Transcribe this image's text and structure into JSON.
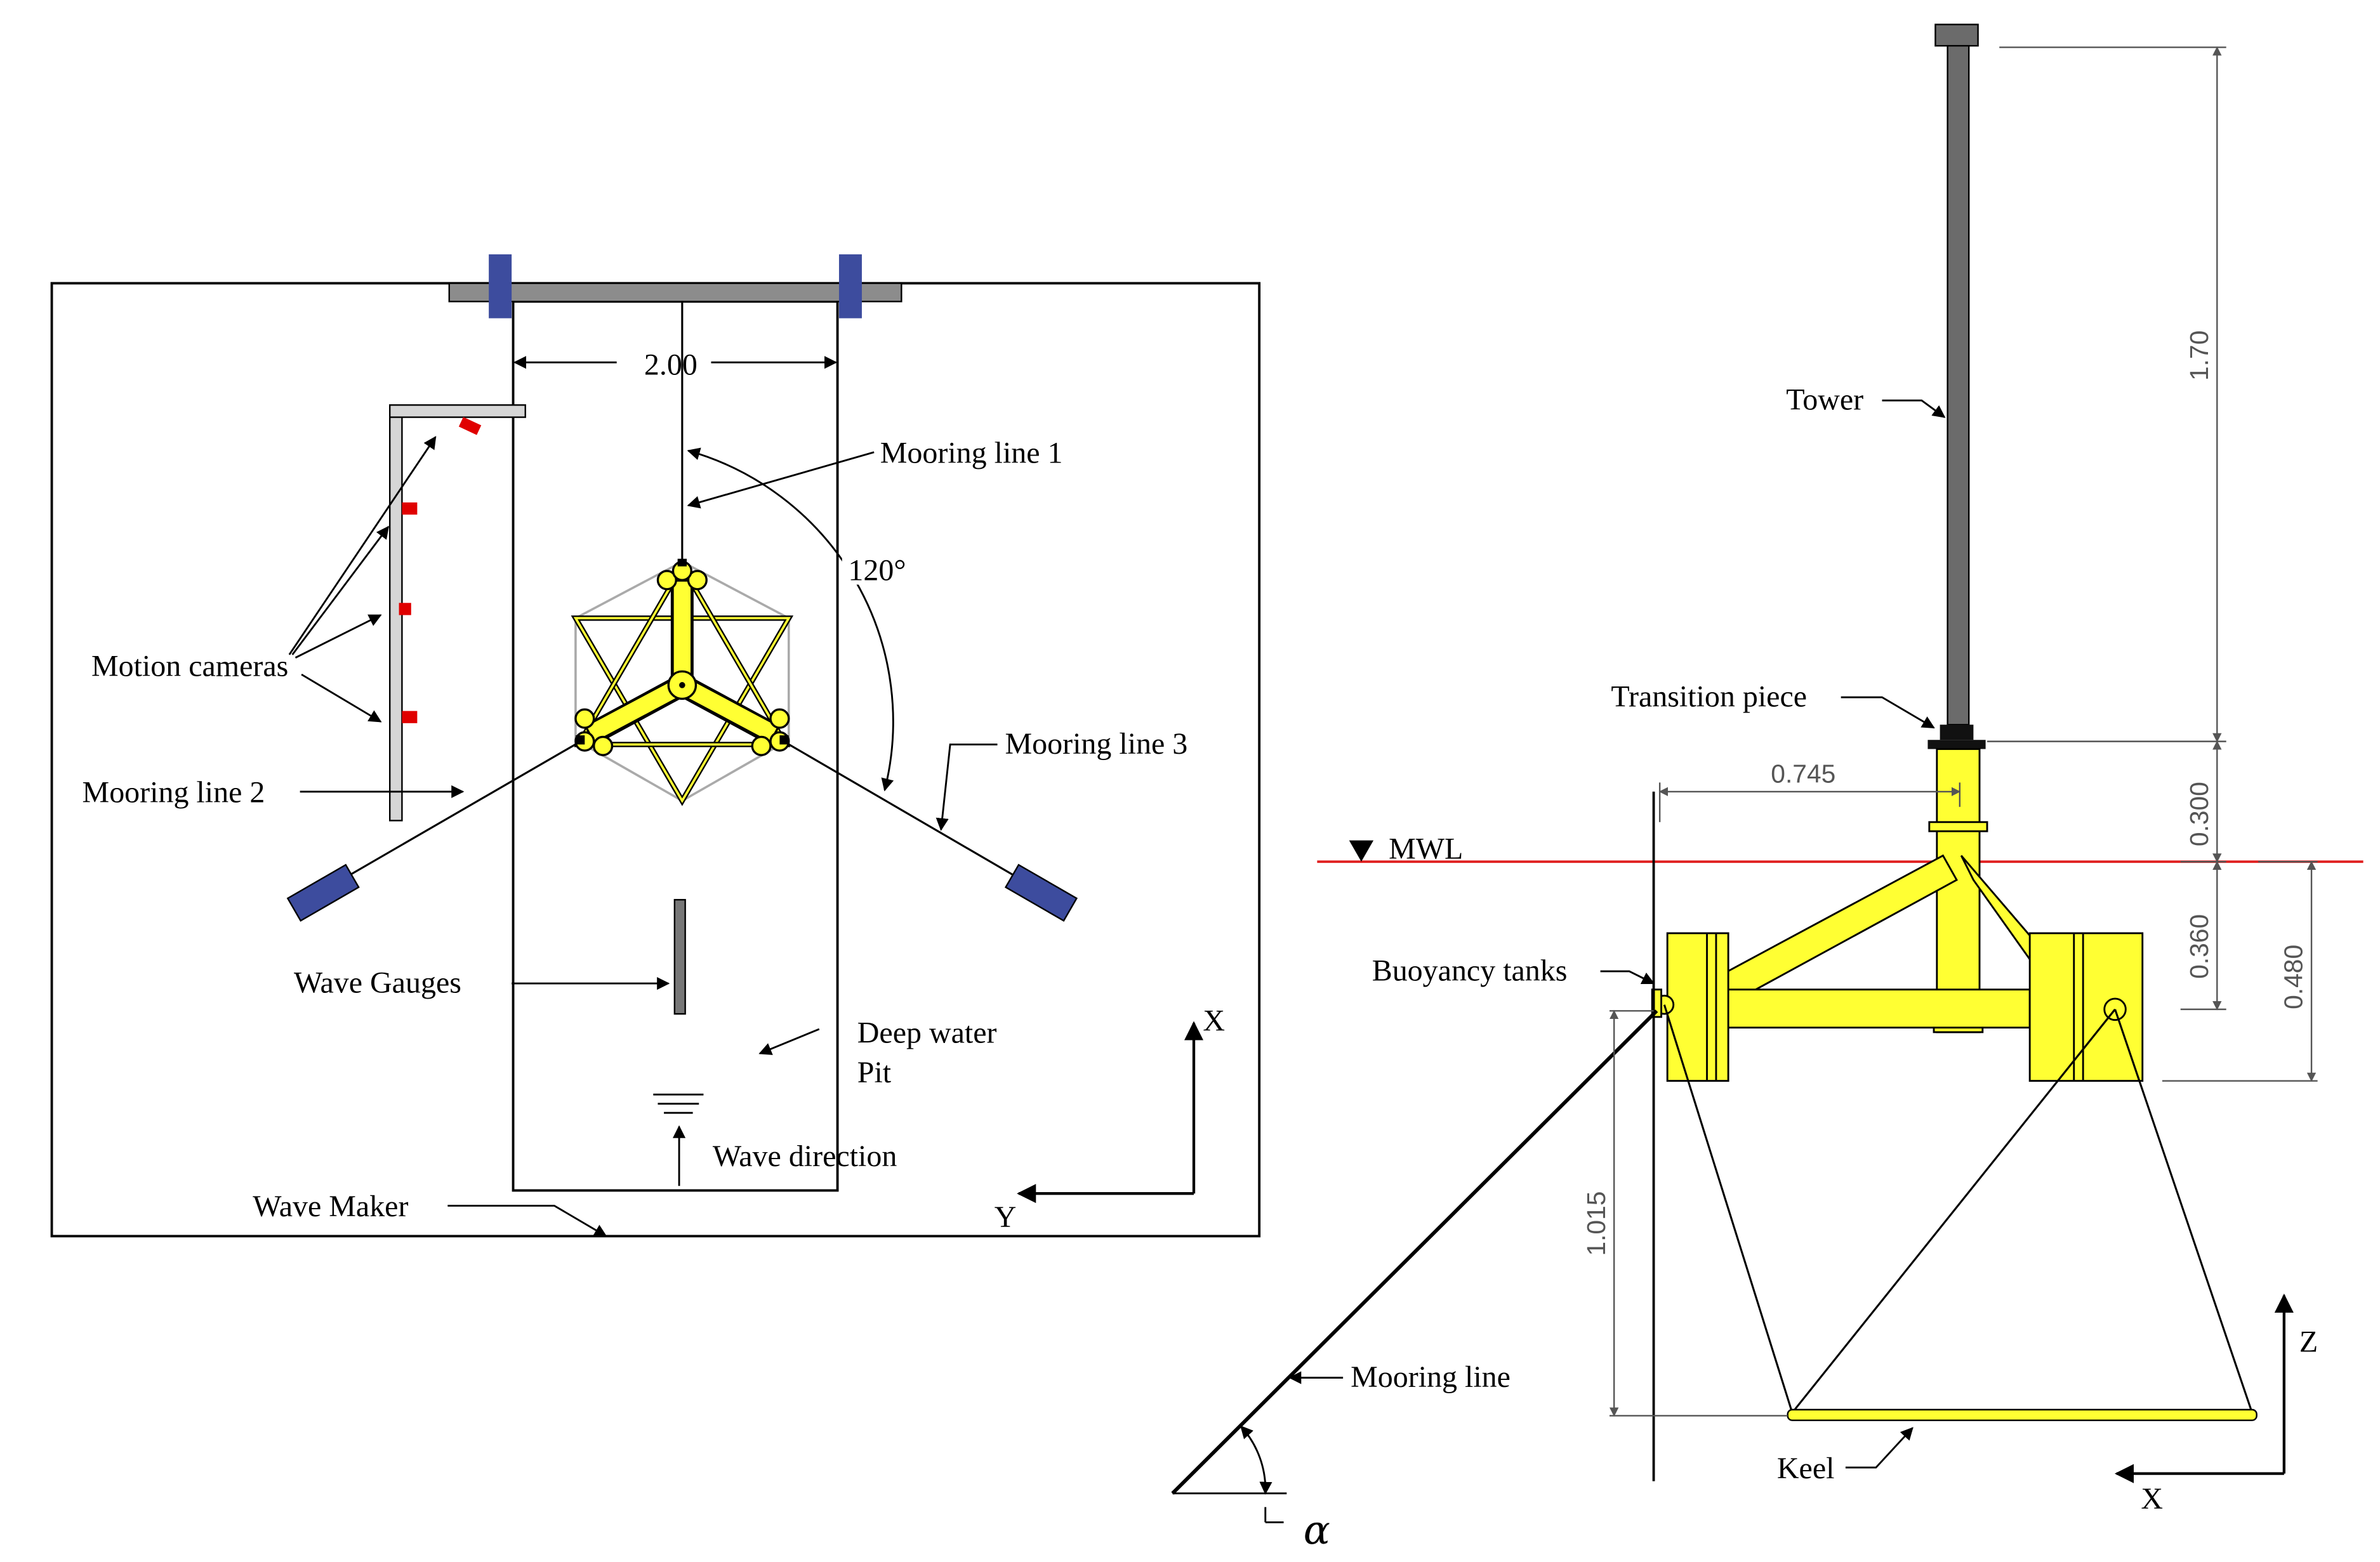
{
  "plan_view": {
    "labels": {
      "width_dim": "2.00",
      "angle": "120°",
      "mooring_line_1": "Mooring line 1",
      "mooring_line_2": "Mooring line 2",
      "mooring_line_3": "Mooring line 3",
      "motion_cameras": "Motion cameras",
      "wave_gauges": "Wave Gauges",
      "deep_water_line1": "Deep water",
      "deep_water_line2": "Pit",
      "wave_direction": "Wave direction",
      "wave_maker": "Wave Maker",
      "axis_x": "X",
      "axis_y": "Y"
    }
  },
  "side_view": {
    "labels": {
      "tower": "Tower",
      "transition_piece": "Transition piece",
      "mwl": "MWL",
      "buoyancy_tanks": "Buoyancy tanks",
      "mooring_line": "Mooring line",
      "keel": "Keel",
      "alpha": "α",
      "axis_z": "Z",
      "axis_x": "X"
    },
    "dimensions": {
      "tower_height": "1.70",
      "tp_height": "0.300",
      "below_mwl_a": "0.360",
      "below_mwl_b": "0.480",
      "half_span": "0.745",
      "keel_depth": "1.015"
    }
  },
  "colors": {
    "float_yellow": "#ffff33",
    "clamp_blue": "#3d4c9e",
    "mwl_red": "#e02020",
    "camera_red": "#e00000",
    "tower_gray": "#6b6b6b",
    "rail_gray": "#8c8c8c"
  }
}
